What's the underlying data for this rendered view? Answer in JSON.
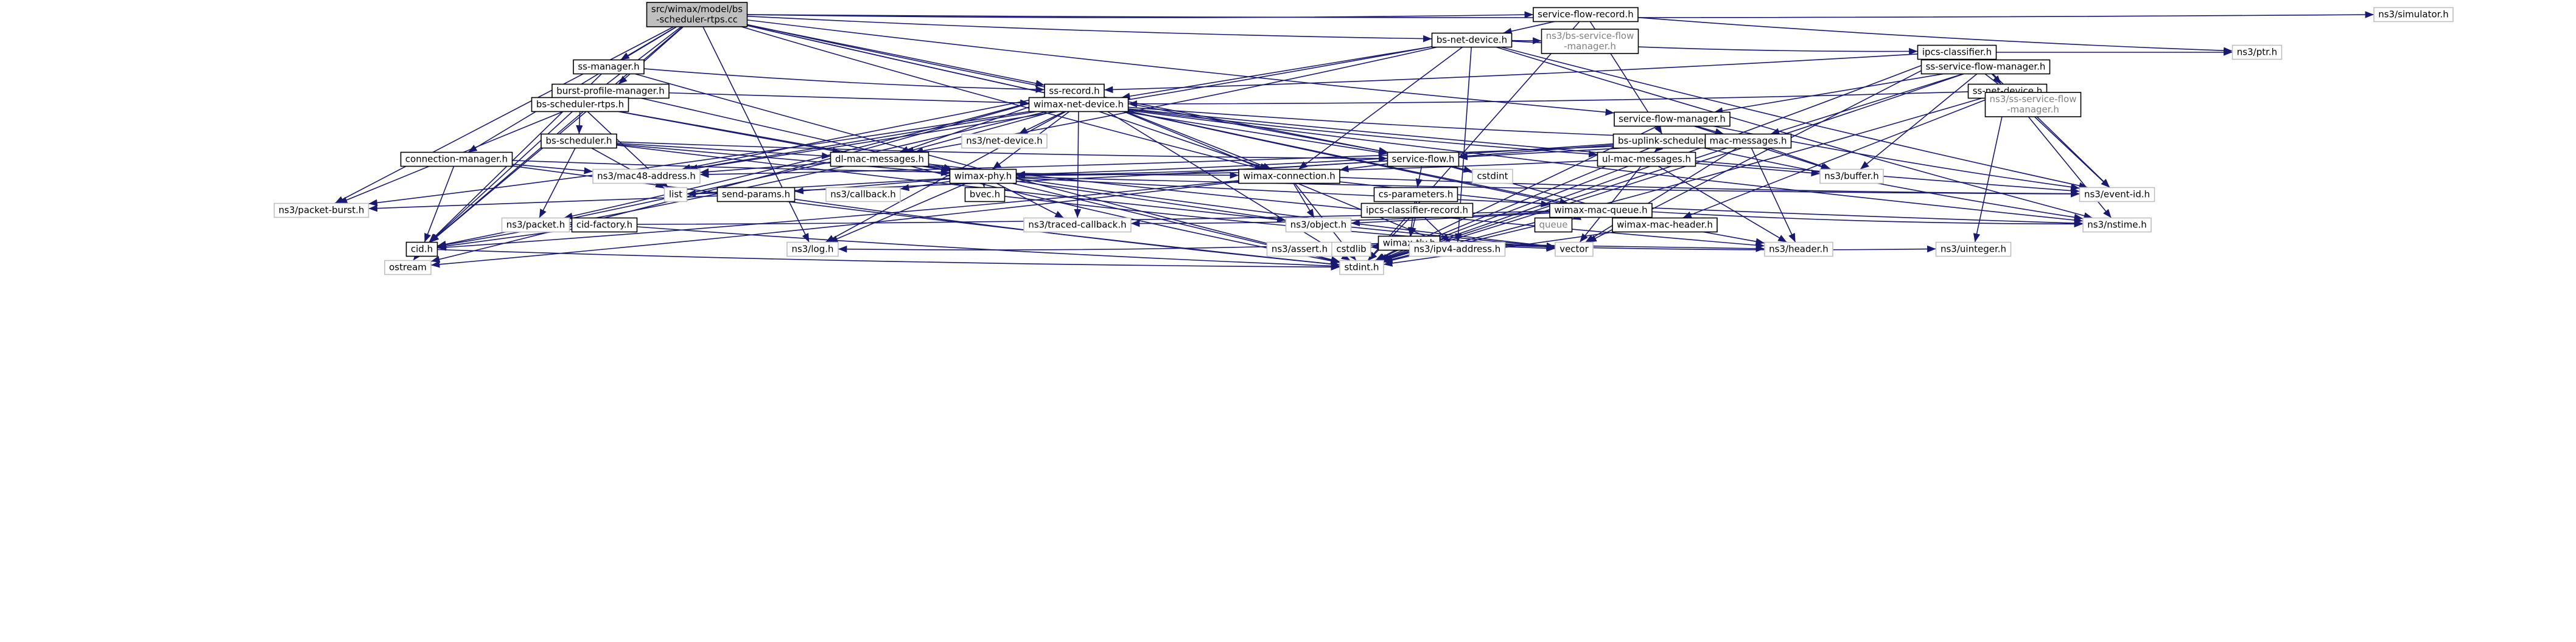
{
  "graph": {
    "root": "root",
    "nodes": [
      {
        "id": "root",
        "lines": [
          "src/wimax/model/bs",
          "-scheduler-rtps.cc"
        ],
        "kind": "root"
      },
      {
        "id": "sfr",
        "lines": [
          "service-flow-record.h"
        ],
        "kind": "file"
      },
      {
        "id": "sim",
        "lines": [
          "ns3/simulator.h"
        ],
        "kind": "ext"
      },
      {
        "id": "bsnd",
        "lines": [
          "bs-net-device.h"
        ],
        "kind": "file"
      },
      {
        "id": "bssfm",
        "lines": [
          "ns3/bs-service-flow",
          "-manager.h"
        ],
        "kind": "gray"
      },
      {
        "id": "ipcs",
        "lines": [
          "ipcs-classifier.h"
        ],
        "kind": "file"
      },
      {
        "id": "ptr",
        "lines": [
          "ns3/ptr.h"
        ],
        "kind": "ext"
      },
      {
        "id": "ssfm",
        "lines": [
          "ss-service-flow-manager.h"
        ],
        "kind": "file"
      },
      {
        "id": "ssmgr",
        "lines": [
          "ss-manager.h"
        ],
        "kind": "file"
      },
      {
        "id": "bpm",
        "lines": [
          "burst-profile-manager.h"
        ],
        "kind": "file"
      },
      {
        "id": "ssrec",
        "lines": [
          "ss-record.h"
        ],
        "kind": "file"
      },
      {
        "id": "ssnd",
        "lines": [
          "ss-net-device.h"
        ],
        "kind": "file"
      },
      {
        "id": "sssfm",
        "lines": [
          "ns3/ss-service-flow",
          "-manager.h"
        ],
        "kind": "gray"
      },
      {
        "id": "bsrtps",
        "lines": [
          "bs-scheduler-rtps.h"
        ],
        "kind": "file"
      },
      {
        "id": "wnd",
        "lines": [
          "wimax-net-device.h"
        ],
        "kind": "file"
      },
      {
        "id": "sfm",
        "lines": [
          "service-flow-manager.h"
        ],
        "kind": "file"
      },
      {
        "id": "bsus",
        "lines": [
          "bs-uplink-scheduler.h"
        ],
        "kind": "file"
      },
      {
        "id": "macm",
        "lines": [
          "mac-messages.h"
        ],
        "kind": "file"
      },
      {
        "id": "bss",
        "lines": [
          "bs-scheduler.h"
        ],
        "kind": "file"
      },
      {
        "id": "netdev",
        "lines": [
          "ns3/net-device.h"
        ],
        "kind": "ext"
      },
      {
        "id": "dlmac",
        "lines": [
          "dl-mac-messages.h"
        ],
        "kind": "file"
      },
      {
        "id": "sflow",
        "lines": [
          "service-flow.h"
        ],
        "kind": "file"
      },
      {
        "id": "ulmac",
        "lines": [
          "ul-mac-messages.h"
        ],
        "kind": "file"
      },
      {
        "id": "connmgr",
        "lines": [
          "connection-manager.h"
        ],
        "kind": "file"
      },
      {
        "id": "mac48",
        "lines": [
          "ns3/mac48-address.h"
        ],
        "kind": "ext"
      },
      {
        "id": "cstdint",
        "lines": [
          "cstdint"
        ],
        "kind": "ext"
      },
      {
        "id": "buffer",
        "lines": [
          "ns3/buffer.h"
        ],
        "kind": "ext"
      },
      {
        "id": "wphy",
        "lines": [
          "wimax-phy.h"
        ],
        "kind": "file"
      },
      {
        "id": "wconn",
        "lines": [
          "wimax-connection.h"
        ],
        "kind": "file"
      },
      {
        "id": "csparam",
        "lines": [
          "cs-parameters.h"
        ],
        "kind": "file"
      },
      {
        "id": "eventid",
        "lines": [
          "ns3/event-id.h"
        ],
        "kind": "ext"
      },
      {
        "id": "list",
        "lines": [
          "list"
        ],
        "kind": "ext"
      },
      {
        "id": "sendp",
        "lines": [
          "send-params.h"
        ],
        "kind": "file"
      },
      {
        "id": "callback",
        "lines": [
          "ns3/callback.h"
        ],
        "kind": "ext"
      },
      {
        "id": "bvec",
        "lines": [
          "bvec.h"
        ],
        "kind": "file"
      },
      {
        "id": "ipcsrec",
        "lines": [
          "ipcs-classifier-record.h"
        ],
        "kind": "file"
      },
      {
        "id": "wmq",
        "lines": [
          "wimax-mac-queue.h"
        ],
        "kind": "file"
      },
      {
        "id": "pktburst",
        "lines": [
          "ns3/packet-burst.h"
        ],
        "kind": "ext"
      },
      {
        "id": "packet",
        "lines": [
          "ns3/packet.h"
        ],
        "kind": "ext"
      },
      {
        "id": "traced",
        "lines": [
          "ns3/traced-callback.h"
        ],
        "kind": "ext"
      },
      {
        "id": "object",
        "lines": [
          "ns3/object.h"
        ],
        "kind": "ext"
      },
      {
        "id": "queue",
        "lines": [
          "queue"
        ],
        "kind": "gray"
      },
      {
        "id": "wmh",
        "lines": [
          "wimax-mac-header.h"
        ],
        "kind": "file"
      },
      {
        "id": "nstime",
        "lines": [
          "ns3/nstime.h"
        ],
        "kind": "ext"
      },
      {
        "id": "cidf",
        "lines": [
          "cid-factory.h"
        ],
        "kind": "file"
      },
      {
        "id": "wtlv",
        "lines": [
          "wimax-tlv.h"
        ],
        "kind": "file"
      },
      {
        "id": "cid",
        "lines": [
          "cid.h"
        ],
        "kind": "file"
      },
      {
        "id": "log",
        "lines": [
          "ns3/log.h"
        ],
        "kind": "ext"
      },
      {
        "id": "assert",
        "lines": [
          "ns3/assert.h"
        ],
        "kind": "ext"
      },
      {
        "id": "cstdlib",
        "lines": [
          "cstdlib"
        ],
        "kind": "ext"
      },
      {
        "id": "ipv4",
        "lines": [
          "ns3/ipv4-address.h"
        ],
        "kind": "ext"
      },
      {
        "id": "vector",
        "lines": [
          "vector"
        ],
        "kind": "ext"
      },
      {
        "id": "header",
        "lines": [
          "ns3/header.h"
        ],
        "kind": "ext"
      },
      {
        "id": "uinteger",
        "lines": [
          "ns3/uinteger.h"
        ],
        "kind": "ext"
      },
      {
        "id": "ostream",
        "lines": [
          "ostream"
        ],
        "kind": "ext"
      },
      {
        "id": "stdint",
        "lines": [
          "stdint.h"
        ],
        "kind": "ext"
      }
    ],
    "edges": [
      [
        "root",
        "sfr"
      ],
      [
        "root",
        "sim"
      ],
      [
        "root",
        "bsnd"
      ],
      [
        "root",
        "ssmgr"
      ],
      [
        "root",
        "bpm"
      ],
      [
        "root",
        "ssrec"
      ],
      [
        "root",
        "bsrtps"
      ],
      [
        "root",
        "connmgr"
      ],
      [
        "root",
        "sfm"
      ],
      [
        "root",
        "sflow"
      ],
      [
        "root",
        "wconn"
      ],
      [
        "root",
        "wmq"
      ],
      [
        "root",
        "wmh"
      ],
      [
        "root",
        "cid"
      ],
      [
        "root",
        "log"
      ],
      [
        "root",
        "pktburst"
      ],
      [
        "sfr",
        "bsnd"
      ],
      [
        "sfr",
        "bsus"
      ],
      [
        "sfr",
        "ptr"
      ],
      [
        "sfr",
        "stdint"
      ],
      [
        "bsnd",
        "bssfm"
      ],
      [
        "bsnd",
        "ipcs"
      ],
      [
        "bsnd",
        "wnd"
      ],
      [
        "bsnd",
        "dlmac"
      ],
      [
        "bsnd",
        "mac48"
      ],
      [
        "bsnd",
        "wconn"
      ],
      [
        "bsnd",
        "ipv4"
      ],
      [
        "bsnd",
        "eventid"
      ],
      [
        "bsnd",
        "nstime"
      ],
      [
        "ipcs",
        "ptr"
      ],
      [
        "ipcs",
        "ssfm"
      ],
      [
        "ipcs",
        "ssrec"
      ],
      [
        "ipcs",
        "vector"
      ],
      [
        "ipcs",
        "stdint"
      ],
      [
        "ssfm",
        "ssnd"
      ],
      [
        "ssfm",
        "sfm"
      ],
      [
        "ssfm",
        "macm"
      ],
      [
        "ssfm",
        "buffer"
      ],
      [
        "ssfm",
        "eventid"
      ],
      [
        "ssfm",
        "stdint"
      ],
      [
        "ssnd",
        "ipcs"
      ],
      [
        "ssnd",
        "sssfm"
      ],
      [
        "ssnd",
        "wnd"
      ],
      [
        "ssnd",
        "wmh"
      ],
      [
        "ssnd",
        "eventid"
      ],
      [
        "ssnd",
        "nstime"
      ],
      [
        "ssnd",
        "uinteger"
      ],
      [
        "ssnd",
        "stdint"
      ],
      [
        "ssmgr",
        "ssrec"
      ],
      [
        "ssmgr",
        "cid"
      ],
      [
        "ssmgr",
        "stdint"
      ],
      [
        "bpm",
        "wnd"
      ],
      [
        "bpm",
        "cid"
      ],
      [
        "bpm",
        "wphy"
      ],
      [
        "ssrec",
        "wnd"
      ],
      [
        "ssrec",
        "mac48"
      ],
      [
        "ssrec",
        "dlmac"
      ],
      [
        "ssrec",
        "sflow"
      ],
      [
        "ssrec",
        "wconn"
      ],
      [
        "ssrec",
        "packet"
      ],
      [
        "ssrec",
        "ipv4"
      ],
      [
        "ssrec",
        "ostream"
      ],
      [
        "ssrec",
        "stdint"
      ],
      [
        "bsrtps",
        "bss"
      ],
      [
        "bsrtps",
        "wphy"
      ],
      [
        "bsrtps",
        "dlmac"
      ],
      [
        "bsrtps",
        "list"
      ],
      [
        "bsrtps",
        "pktburst"
      ],
      [
        "bsrtps",
        "cid"
      ],
      [
        "wnd",
        "netdev"
      ],
      [
        "wnd",
        "macm"
      ],
      [
        "wnd",
        "dlmac"
      ],
      [
        "wnd",
        "ulmac"
      ],
      [
        "wnd",
        "wphy"
      ],
      [
        "wnd",
        "wconn"
      ],
      [
        "wnd",
        "mac48"
      ],
      [
        "wnd",
        "traced"
      ],
      [
        "wnd",
        "nstime"
      ],
      [
        "wnd",
        "eventid"
      ],
      [
        "wnd",
        "log"
      ],
      [
        "wnd",
        "pktburst"
      ],
      [
        "wnd",
        "cid"
      ],
      [
        "wnd",
        "sflow"
      ],
      [
        "sfm",
        "macm"
      ],
      [
        "sfm",
        "buffer"
      ],
      [
        "sfm",
        "eventid"
      ],
      [
        "sfm",
        "stdint"
      ],
      [
        "bsus",
        "sflow"
      ],
      [
        "bsus",
        "ulmac"
      ],
      [
        "bsus",
        "wphy"
      ],
      [
        "bsus",
        "nstime"
      ],
      [
        "bsus",
        "stdint"
      ],
      [
        "macm",
        "sflow"
      ],
      [
        "macm",
        "buffer"
      ],
      [
        "macm",
        "mac48"
      ],
      [
        "macm",
        "header"
      ],
      [
        "macm",
        "vector"
      ],
      [
        "macm",
        "stdint"
      ],
      [
        "bss",
        "dlmac"
      ],
      [
        "bss",
        "wphy"
      ],
      [
        "bss",
        "packet"
      ],
      [
        "bss",
        "list"
      ],
      [
        "bss",
        "sflow"
      ],
      [
        "bss",
        "vector"
      ],
      [
        "dlmac",
        "wphy"
      ],
      [
        "dlmac",
        "mac48"
      ],
      [
        "dlmac",
        "header"
      ],
      [
        "dlmac",
        "cid"
      ],
      [
        "dlmac",
        "stdint"
      ],
      [
        "dlmac",
        "vector"
      ],
      [
        "sflow",
        "wphy"
      ],
      [
        "sflow",
        "wconn"
      ],
      [
        "sflow",
        "csparam"
      ],
      [
        "sflow",
        "cstdint"
      ],
      [
        "sflow",
        "list"
      ],
      [
        "sflow",
        "wmh"
      ],
      [
        "ulmac",
        "wphy"
      ],
      [
        "ulmac",
        "buffer"
      ],
      [
        "ulmac",
        "header"
      ],
      [
        "ulmac",
        "stdint"
      ],
      [
        "ulmac",
        "vector"
      ],
      [
        "connmgr",
        "wconn"
      ],
      [
        "connmgr",
        "mac48"
      ],
      [
        "connmgr",
        "cid"
      ],
      [
        "connmgr",
        "stdint"
      ],
      [
        "wphy",
        "list"
      ],
      [
        "wphy",
        "sendp"
      ],
      [
        "wphy",
        "callback"
      ],
      [
        "wphy",
        "bvec"
      ],
      [
        "wphy",
        "traced"
      ],
      [
        "wphy",
        "object"
      ],
      [
        "wphy",
        "log"
      ],
      [
        "wphy",
        "nstime"
      ],
      [
        "wphy",
        "stdint"
      ],
      [
        "wphy",
        "eventid"
      ],
      [
        "wconn",
        "wmq"
      ],
      [
        "wconn",
        "object"
      ],
      [
        "wconn",
        "cid"
      ],
      [
        "wconn",
        "stdint"
      ],
      [
        "wconn",
        "ostream"
      ],
      [
        "wconn",
        "eventid"
      ],
      [
        "csparam",
        "ipcsrec"
      ],
      [
        "csparam",
        "wtlv"
      ],
      [
        "sendp",
        "stdint"
      ],
      [
        "sendp",
        "pktburst"
      ],
      [
        "bvec",
        "vector"
      ],
      [
        "ipcsrec",
        "wtlv"
      ],
      [
        "ipcsrec",
        "ipv4"
      ],
      [
        "ipcsrec",
        "stdint"
      ],
      [
        "wmq",
        "wmh"
      ],
      [
        "wmq",
        "queue"
      ],
      [
        "wmq",
        "packet"
      ],
      [
        "wmq",
        "nstime"
      ],
      [
        "wmq",
        "object"
      ],
      [
        "wmq",
        "traced"
      ],
      [
        "wmq",
        "stdint"
      ],
      [
        "wmh",
        "header"
      ],
      [
        "wmh",
        "stdint"
      ],
      [
        "cidf",
        "cid"
      ],
      [
        "cidf",
        "stdint"
      ],
      [
        "wtlv",
        "assert"
      ],
      [
        "wtlv",
        "cstdlib"
      ],
      [
        "wtlv",
        "ipv4"
      ],
      [
        "wtlv",
        "vector"
      ],
      [
        "wtlv",
        "header"
      ],
      [
        "wtlv",
        "uinteger"
      ],
      [
        "wtlv",
        "log"
      ],
      [
        "wtlv",
        "stdint"
      ],
      [
        "cid",
        "ostream"
      ],
      [
        "cid",
        "stdint"
      ]
    ]
  }
}
